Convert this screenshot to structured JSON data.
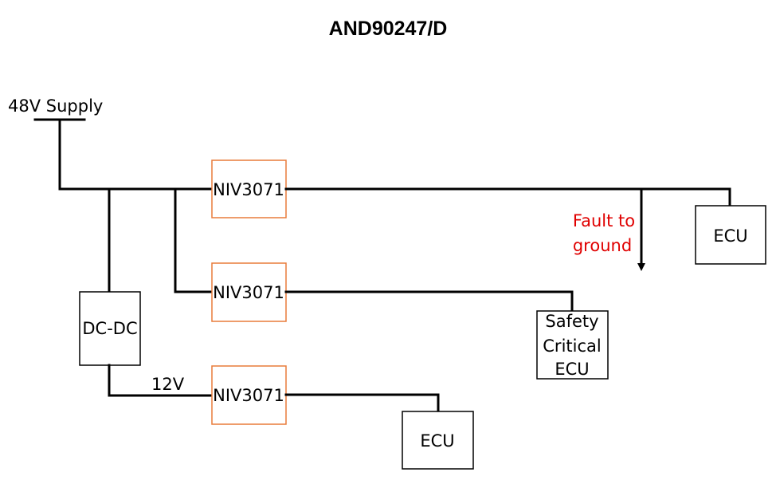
{
  "document_id": "AND90247/D",
  "supply": {
    "label": "48V Supply"
  },
  "converter": {
    "label": "DC-DC",
    "output_label": "12V"
  },
  "switches": [
    {
      "label": "NIV3071"
    },
    {
      "label": "NIV3071"
    },
    {
      "label": "NIV3071"
    }
  ],
  "loads": {
    "ecu_top": "ECU",
    "safety_critical": [
      "Safety",
      "Critical",
      "ECU"
    ],
    "ecu_bottom": "ECU"
  },
  "fault": {
    "lines": [
      "Fault to",
      "ground"
    ],
    "color": "#e00000"
  },
  "colors": {
    "switch_border": "#e87b3a",
    "wire": "#000000"
  }
}
